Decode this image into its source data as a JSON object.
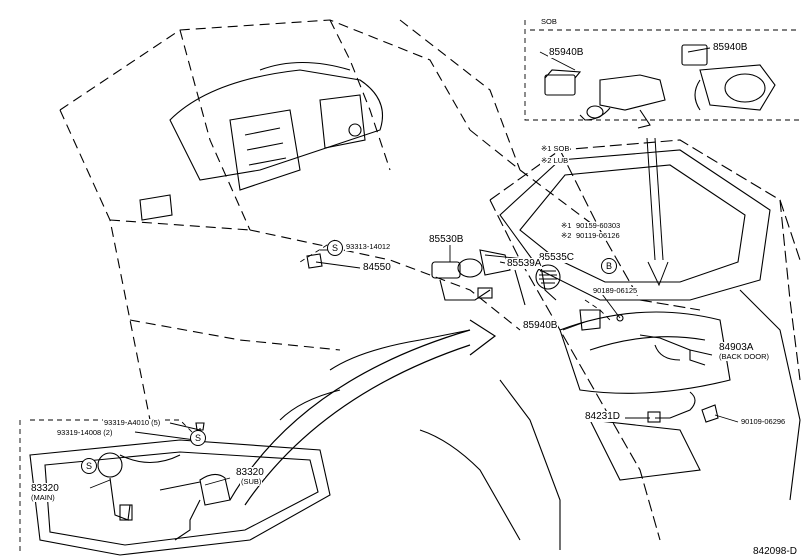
{
  "variant_box": {
    "title": "SOB"
  },
  "parts": {
    "p85940B_a": "85940B",
    "p85940B_b": "85940B",
    "p85940B_c": "85940B",
    "p93313": "93313-14012",
    "p84550": "84550",
    "p85530B": "85530B",
    "p85535C": "85535C",
    "p85539A": "85539A",
    "p90159": "90159-60303",
    "p90119": "90119-06126",
    "p90189": "90189-06125",
    "p84903A": "84903A",
    "p84903A_note": "(BACK DOOR)",
    "p84231D": "84231D",
    "p90109": "90109-06296",
    "p93319a": "93319-A4010 (5)",
    "p93319b": "93319-14008 (2)",
    "p83320_main": "83320",
    "p83320_main_note": "(MAIN)",
    "p83320_sub": "83320",
    "p83320_sub_note": "(SUB)"
  },
  "legend": {
    "n1": "※1 SOB",
    "n2": "※2 LUB",
    "ref1": "※1",
    "ref2": "※2"
  },
  "markers": {
    "s1": "S",
    "s2": "S",
    "s3": "S",
    "b": "B"
  },
  "diagram_id": "842098-D"
}
